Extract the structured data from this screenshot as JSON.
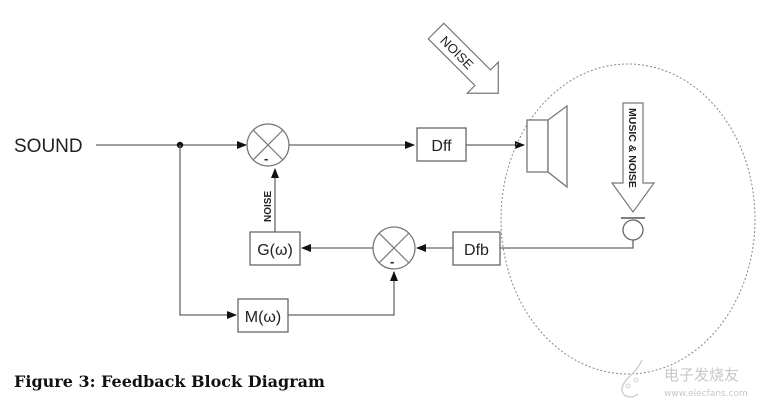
{
  "diagram": {
    "input_label": "SOUND",
    "blocks": {
      "dff": "Dff",
      "dfb": "Dfb",
      "g": "G(ω)",
      "m": "M(ω)"
    },
    "summer_sign": "-",
    "noise_signal_label": "NOISE",
    "external_noise_label": "NOISE",
    "mic_arrow_label": "MUSIC & NOISE"
  },
  "caption": "Figure 3: Feedback Block Diagram",
  "watermark": {
    "title": "电子发烧友",
    "url": "www.elecfans.com"
  }
}
